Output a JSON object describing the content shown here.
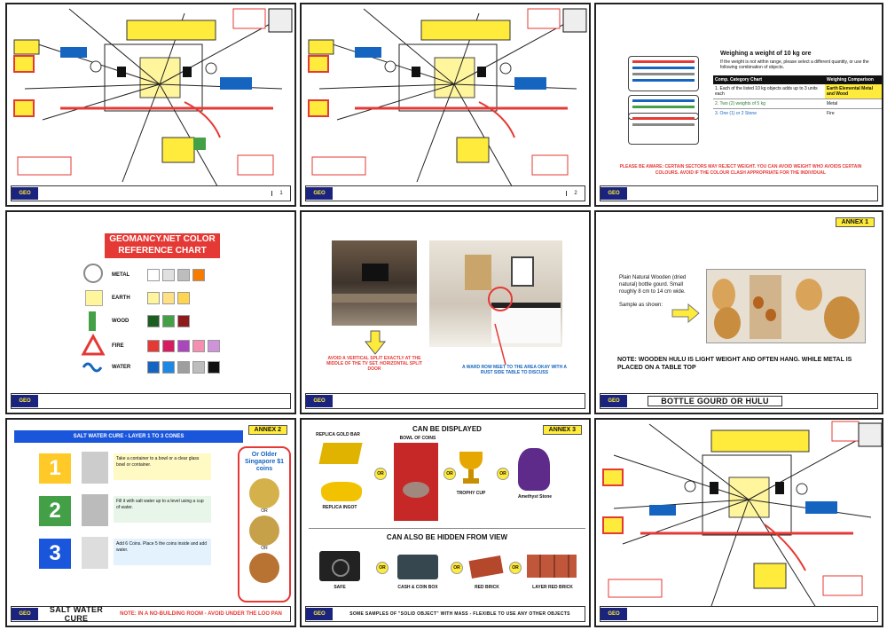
{
  "floorplan": {
    "pages": [
      {
        "footer_title": "",
        "page_number": "1"
      },
      {
        "footer_title": "",
        "page_number": "2"
      },
      {
        "footer_title": "",
        "page_number": ""
      }
    ]
  },
  "weight_page": {
    "title": "Weighing a weight of 10 kg ore",
    "subtitle": "If the weight is not within range, please select a different quantity, or use the following combination of objects.",
    "table_headers": [
      "Comp. Category Chart",
      "Weighing Comparison"
    ],
    "table_rows": [
      [
        "1. Each of the listed 10 kg objects adds up to 3 units each",
        "Earth Elemental Metal and Wood"
      ],
      [
        "2. Two (2) weights of 5 kg",
        "Metal"
      ],
      [
        "3. One (1) or 2 Stone",
        "Fire"
      ]
    ],
    "warning": "PLEASE BE AWARE: CERTAIN SECTORS MAY REJECT WEIGHT. YOU CAN AVOID WEIGHT WHO AVOIDS CERTAIN COLOURS. AVOID IF THE COLOUR CLASH APPROPRIATE FOR THE INDIVIDUAL"
  },
  "color_chart": {
    "title": "GEOMANCY.NET COLOR REFERENCE CHART",
    "elements": [
      "METAL",
      "EARTH",
      "WOOD",
      "FIRE",
      "WATER"
    ],
    "colors": {
      "metal": [
        "#ffffff",
        "#e0e0e0",
        "#bdbdbd",
        "#f57c00"
      ],
      "earth": [
        "#fff59d",
        "#ffe082",
        "#ffd54f"
      ],
      "wood": [
        "#1b5e20",
        "#43a047",
        "#8d1b1b"
      ],
      "fire": [
        "#e53935",
        "#d81b60",
        "#ab47bc",
        "#f48fb1",
        "#ce93d8"
      ],
      "water": [
        "#1565c0",
        "#1e88e5",
        "#9e9e9e",
        "#bdbdbd",
        "#111111"
      ]
    },
    "footer_title": ""
  },
  "photo_page": {
    "left_caption": "AVOID A VERTICAL SPLIT EXACTLY AT THE MIDDLE OF THE TV SET. HORIZONTAL SPLIT DOOR",
    "right_caption": "A WARD ROW MEET TO THE AREA OKAY WITH A RUST SIDE TABLE TO DISCUSS",
    "footer_title": ""
  },
  "hulu_page": {
    "annex": "ANNEX 1",
    "description": "Plain Natural Wooden (dried natural) bottle gourd. Small roughly 8 cm to 14 cm wide.",
    "sample_label": "Sample as shown:",
    "note": "NOTE: WOODEN HULU IS LIGHT WEIGHT AND OFTEN HANG. WHILE METAL IS PLACED ON A TABLE TOP",
    "footer_title": "BOTTLE GOURD OR HULU"
  },
  "salt_page": {
    "annex": "ANNEX 2",
    "header": "SALT WATER CURE - LAYER 1 TO 3 CONES",
    "steps": [
      {
        "num": "1",
        "text": "Take a container to a bowl or a clear glass bowl or container."
      },
      {
        "num": "2",
        "text": "Fill it with salt water up to a level using a cup of water."
      },
      {
        "num": "3",
        "text": "Add 6 Coins. Place 5 the coins inside and add water."
      }
    ],
    "coins_title": "Or Older Singapore $1 coins",
    "or_label": "OR",
    "footer_title": "SALT WATER CURE",
    "footer_note": "NOTE: IN A NO-BUILDING ROOM - AVOID UNDER THE LOO PAN"
  },
  "objects_page": {
    "annex": "ANNEX 3",
    "title_displayed": "CAN BE DISPLAYED",
    "title_hidden": "CAN ALSO BE HIDDEN FROM VIEW",
    "displayed": [
      "REPLICA GOLD BAR",
      "BOWL OF COINS",
      "REPLICA INGOT",
      "TROPHY CUP",
      "Amethyst Stone"
    ],
    "hidden": [
      "SAFE",
      "CASH & COIN BOX",
      "RED BRICK",
      "LAYER RED BRICK"
    ],
    "or_label": "OR",
    "footer_title": "SOME SAMPLES OF \"SOLID OBJECT\" WITH MASS - FLEXIBLE TO USE ANY OTHER OBJECTS"
  }
}
